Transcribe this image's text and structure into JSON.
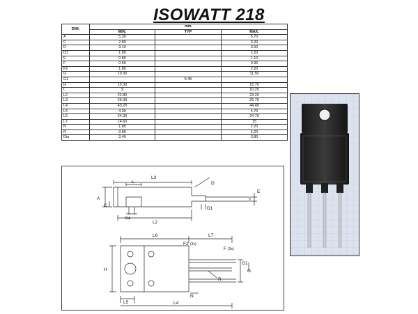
{
  "title": "ISOWATT 218",
  "table": {
    "dim_header": "DIM.",
    "unit_header": "mm.",
    "col_headers": [
      "MIN.",
      "TYP",
      "MAX."
    ],
    "rows": [
      {
        "dim": "A",
        "min": "5.30",
        "typ": "",
        "max": "5.70"
      },
      {
        "dim": "C",
        "min": "2.80",
        "typ": "",
        "max": "3.20"
      },
      {
        "dim": "D",
        "min": "3.10",
        "typ": "",
        "max": "3.50"
      },
      {
        "dim": "D1",
        "min": "1.80",
        "typ": "",
        "max": "2.20"
      },
      {
        "dim": "E",
        "min": "0.80",
        "typ": "",
        "max": "1.10"
      },
      {
        "dim": "F",
        "min": "0.65",
        "typ": "",
        "max": "0.95"
      },
      {
        "dim": "F2",
        "min": "1.80",
        "typ": "",
        "max": "2.20"
      },
      {
        "dim": "G",
        "min": "10.30",
        "typ": "",
        "max": "11.50"
      },
      {
        "dim": "G1",
        "min": "",
        "typ": "5.45",
        "max": ""
      },
      {
        "dim": "H",
        "min": "15.30",
        "typ": "",
        "max": "15.70"
      },
      {
        "dim": "L",
        "min": "9",
        "typ": "",
        "max": "10.20"
      },
      {
        "dim": "L2",
        "min": "22.80",
        "typ": "",
        "max": "23.20"
      },
      {
        "dim": "L3",
        "min": "26.30",
        "typ": "",
        "max": "26.70"
      },
      {
        "dim": "L4",
        "min": "43.20",
        "typ": "",
        "max": "44.40"
      },
      {
        "dim": "L5",
        "min": "4.30",
        "typ": "",
        "max": "4.70"
      },
      {
        "dim": "L6",
        "min": "24.30",
        "typ": "",
        "max": "24.70"
      },
      {
        "dim": "L7",
        "min": "14.60",
        "typ": "",
        "max": "15"
      },
      {
        "dim": "N",
        "min": "1.80",
        "typ": "",
        "max": "2.20"
      },
      {
        "dim": "R",
        "min": "3.80",
        "typ": "",
        "max": "4.20"
      },
      {
        "dim": "Dia",
        "min": "3.40",
        "typ": "",
        "max": "3.80"
      }
    ]
  },
  "drawing": {
    "side_labels": {
      "L3": "L3",
      "L": "L",
      "A": "A",
      "C": "C",
      "DIA": "DIA",
      "L2": "L2",
      "D": "D",
      "E": "E",
      "D1": "D1"
    },
    "front_labels": {
      "L6": "L6",
      "F2": "F2",
      "F2_note": "(3x)",
      "L7": "L7",
      "F": "F",
      "F_note": "(3x)",
      "H": "H",
      "G1": "G1",
      "G": "G",
      "N": "N",
      "R": "R",
      "L5": "L5",
      "L4": "L4"
    }
  }
}
